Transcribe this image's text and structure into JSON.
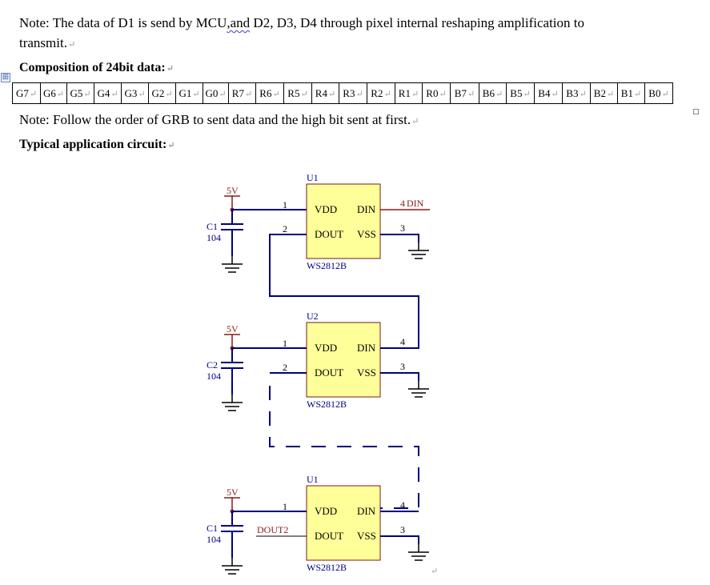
{
  "note1": {
    "before": "Note: The data of D1 is send by MCU",
    "flagged": ",and",
    "after": " D2, D3, D4 through pixel internal reshaping amplification to",
    "line2": "transmit."
  },
  "composition_heading": "Composition of 24bit data:",
  "bits": [
    "G7",
    "G6",
    "G5",
    "G4",
    "G3",
    "G2",
    "G1",
    "G0",
    "R7",
    "R6",
    "R5",
    "R4",
    "R3",
    "R2",
    "R1",
    "R0",
    "B7",
    "B6",
    "B5",
    "B4",
    "B3",
    "B2",
    "B1",
    "B0"
  ],
  "note2": "Note: Follow the order of GRB to sent data and the high bit sent at first.",
  "circuit_heading": "Typical application circuit:",
  "paragraph_mark": "↵",
  "table_move_icon": "⊞",
  "circuit": {
    "stages": [
      {
        "ref": "U1",
        "part": "WS2812B",
        "power": "5V",
        "cap_ref": "C1",
        "cap_value": "104",
        "pin_vdd": "VDD",
        "pin_din": "DIN",
        "pin_dout": "DOUT",
        "pin_vss": "VSS",
        "n1": "1",
        "n2": "2",
        "n3": "3",
        "n4": "4",
        "net_in": "DIN",
        "net_out": ""
      },
      {
        "ref": "U2",
        "part": "WS2812B",
        "power": "5V",
        "cap_ref": "C2",
        "cap_value": "104",
        "pin_vdd": "VDD",
        "pin_din": "DIN",
        "pin_dout": "DOUT",
        "pin_vss": "VSS",
        "n1": "1",
        "n2": "2",
        "n3": "3",
        "n4": "4",
        "net_in": "",
        "net_out": ""
      },
      {
        "ref": "U1",
        "part": "WS2812B",
        "power": "5V",
        "cap_ref": "C1",
        "cap_value": "104",
        "pin_vdd": "VDD",
        "pin_din": "DIN",
        "pin_dout": "DOUT",
        "pin_vss": "VSS",
        "n1": "1",
        "n2": "",
        "n3": "3",
        "n4": "4",
        "net_in": "",
        "net_out": "DOUT2"
      }
    ]
  },
  "colors": {
    "wire": "#000080",
    "chip_fill": "#ffff99",
    "chip_border": "#7a1a1a",
    "net_label": "#8b1a1a"
  }
}
